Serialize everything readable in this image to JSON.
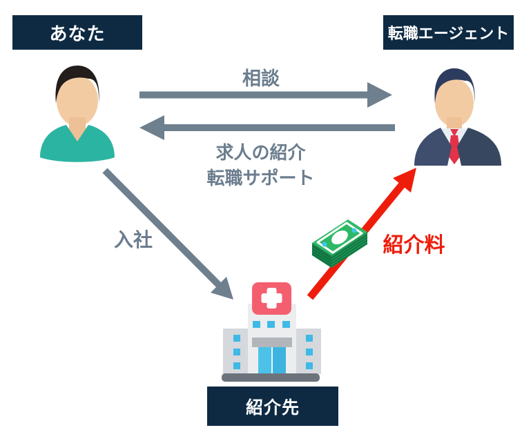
{
  "nodes": {
    "you": {
      "label": "あなた"
    },
    "agent": {
      "label": "転職エージェント"
    },
    "referral": {
      "label": "紹介先"
    }
  },
  "arrows": {
    "consult": {
      "label": "相談",
      "from": "you",
      "to": "agent",
      "direction": "right",
      "color": "#6e7f8e"
    },
    "support": {
      "line1": "求人の紹介",
      "line2": "転職サポート",
      "from": "agent",
      "to": "you",
      "direction": "left",
      "color": "#6e7f8e"
    },
    "join": {
      "label": "入社",
      "from": "you",
      "to": "referral",
      "direction": "down-right",
      "color": "#6e7f8e"
    },
    "fee": {
      "label": "紹介料",
      "from": "referral",
      "to": "agent",
      "direction": "up-right",
      "color": "#ee1d0b"
    }
  },
  "icons": {
    "you": "person-teal-shirt-icon",
    "agent": "businessman-suit-red-tie-icon",
    "referral": "hospital-building-icon",
    "fee": "money-stack-icon"
  },
  "colors": {
    "node_label_bg": "#0e2a43",
    "node_label_text": "#ffffff",
    "arrow_gray": "#6e7f8e",
    "arrow_label_gray": "#6b7d8e",
    "fee_red": "#ee1d0b",
    "money_green": "#2eb866",
    "hospital_sign_red": "#f45f6f",
    "background": "#ffffff"
  }
}
